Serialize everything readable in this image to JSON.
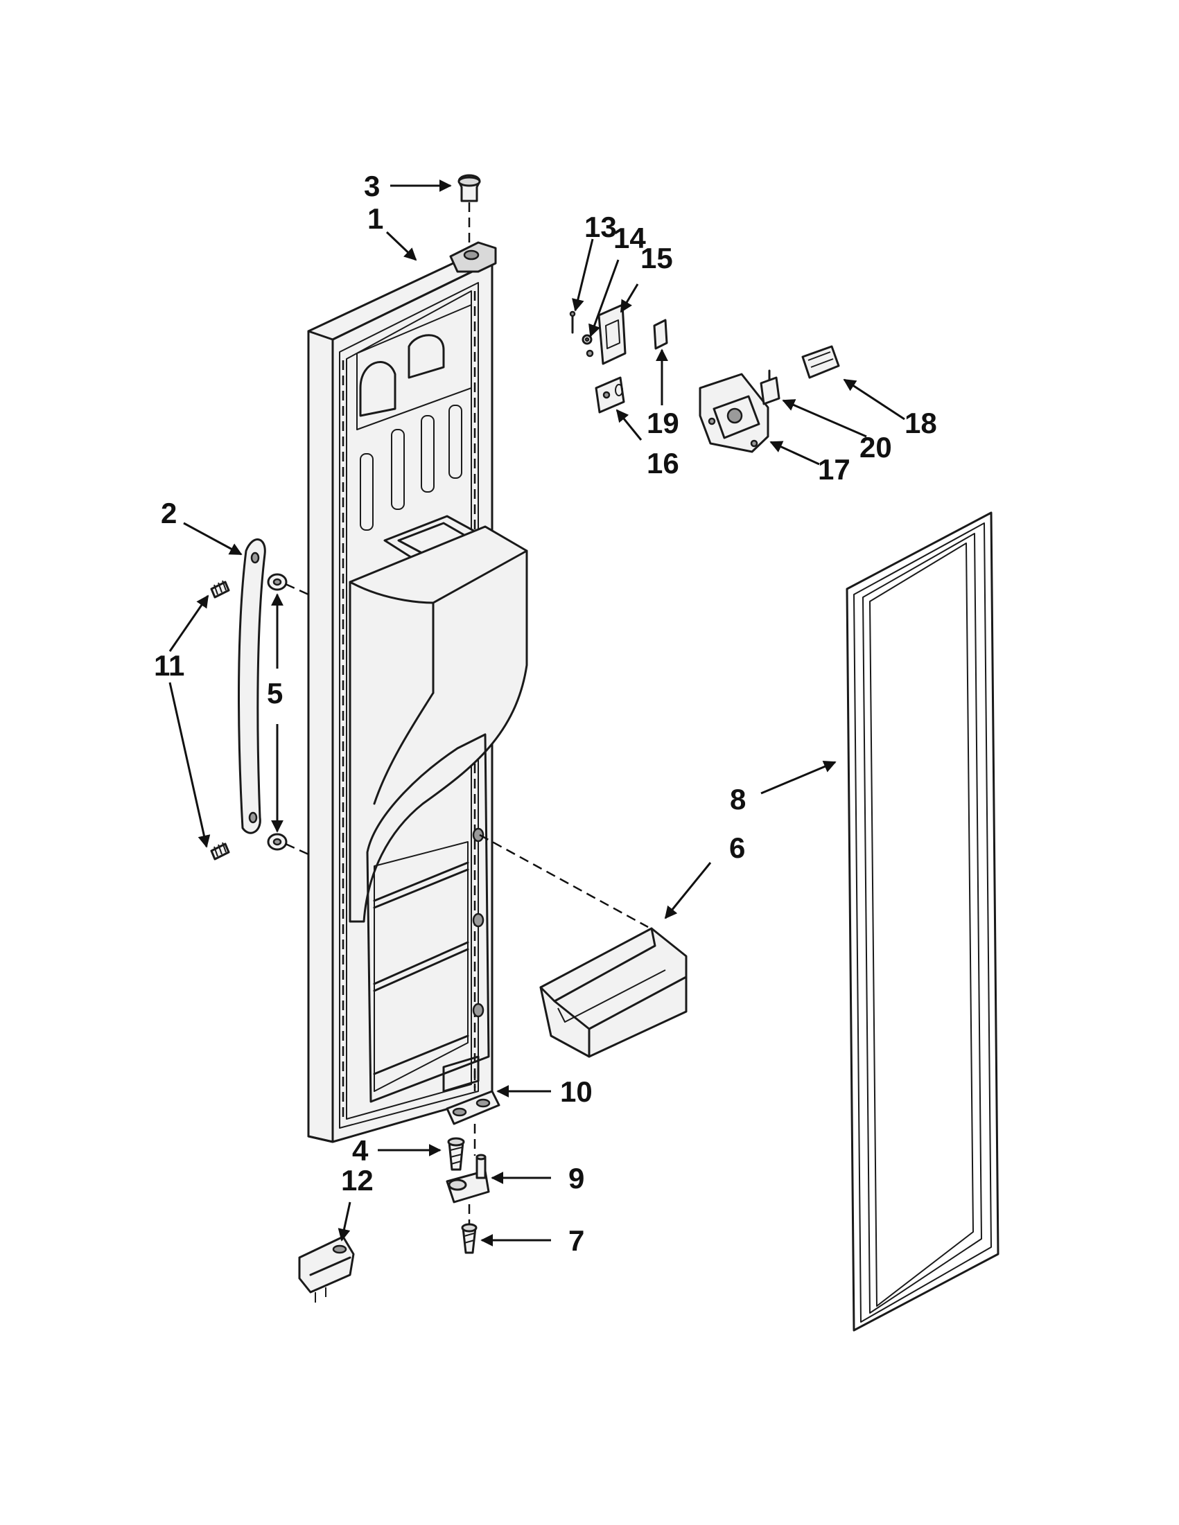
{
  "callouts": [
    {
      "id": "1",
      "label": "1"
    },
    {
      "id": "2",
      "label": "2"
    },
    {
      "id": "3",
      "label": "3"
    },
    {
      "id": "4",
      "label": "4"
    },
    {
      "id": "5",
      "label": "5"
    },
    {
      "id": "6",
      "label": "6"
    },
    {
      "id": "7",
      "label": "7"
    },
    {
      "id": "8",
      "label": "8"
    },
    {
      "id": "9",
      "label": "9"
    },
    {
      "id": "10",
      "label": "10"
    },
    {
      "id": "11",
      "label": "11"
    },
    {
      "id": "12",
      "label": "12"
    },
    {
      "id": "13",
      "label": "13"
    },
    {
      "id": "14",
      "label": "14"
    },
    {
      "id": "15",
      "label": "15"
    },
    {
      "id": "16",
      "label": "16"
    },
    {
      "id": "17",
      "label": "17"
    },
    {
      "id": "18",
      "label": "18"
    },
    {
      "id": "19",
      "label": "19"
    },
    {
      "id": "20",
      "label": "20"
    }
  ],
  "colors": {
    "line": "#1a1a1a",
    "background": "#ffffff"
  }
}
